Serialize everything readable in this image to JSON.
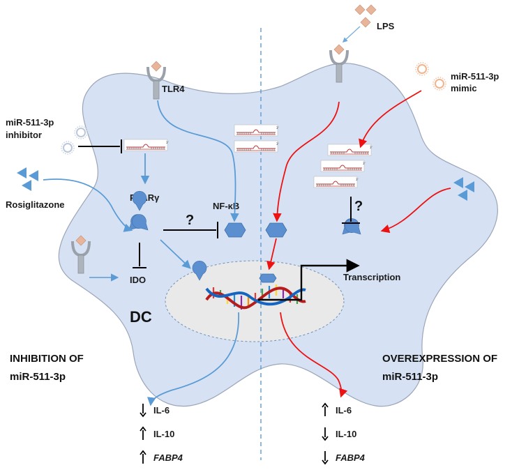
{
  "labels": {
    "lps": "LPS",
    "tlr4": "TLR4",
    "mimic": [
      "miR-511-3p",
      "mimic"
    ],
    "inhibitor": [
      "miR-511-3p",
      "inhibitor"
    ],
    "rosiglitazone": "Rosiglitazone",
    "pparg": "PPARγ",
    "nfkb": "NF-κB",
    "ido": "IDO",
    "transcription": "Transcription",
    "dc": "DC",
    "question_left": "?",
    "question_right": "?"
  },
  "panels": {
    "left_title": [
      "INHIBITION OF",
      "miR-511-3p"
    ],
    "right_title": [
      "OVEREXPRESSION OF",
      "miR-511-3p"
    ]
  },
  "outcomes": {
    "left": [
      {
        "label": "IL-6",
        "direction": "down",
        "italic": false
      },
      {
        "label": "IL-10",
        "direction": "up",
        "italic": false
      },
      {
        "label": "FABP4",
        "direction": "up",
        "italic": true
      }
    ],
    "right": [
      {
        "label": "IL-6",
        "direction": "up",
        "italic": false
      },
      {
        "label": "IL-10",
        "direction": "down",
        "italic": false
      },
      {
        "label": "FABP4",
        "direction": "down",
        "italic": true
      }
    ]
  },
  "colors": {
    "cell_fill": "#d6e2f3",
    "cell_stroke": "#9aa5b8",
    "nucleus_fill": "#e9e9e9",
    "inhibition_arrow": "#5b9bd5",
    "overexpression_arrow": "#ee1111",
    "protein": "#5b8fd0",
    "ligand": "#e8b49a",
    "divider": "#5b9bd5"
  }
}
